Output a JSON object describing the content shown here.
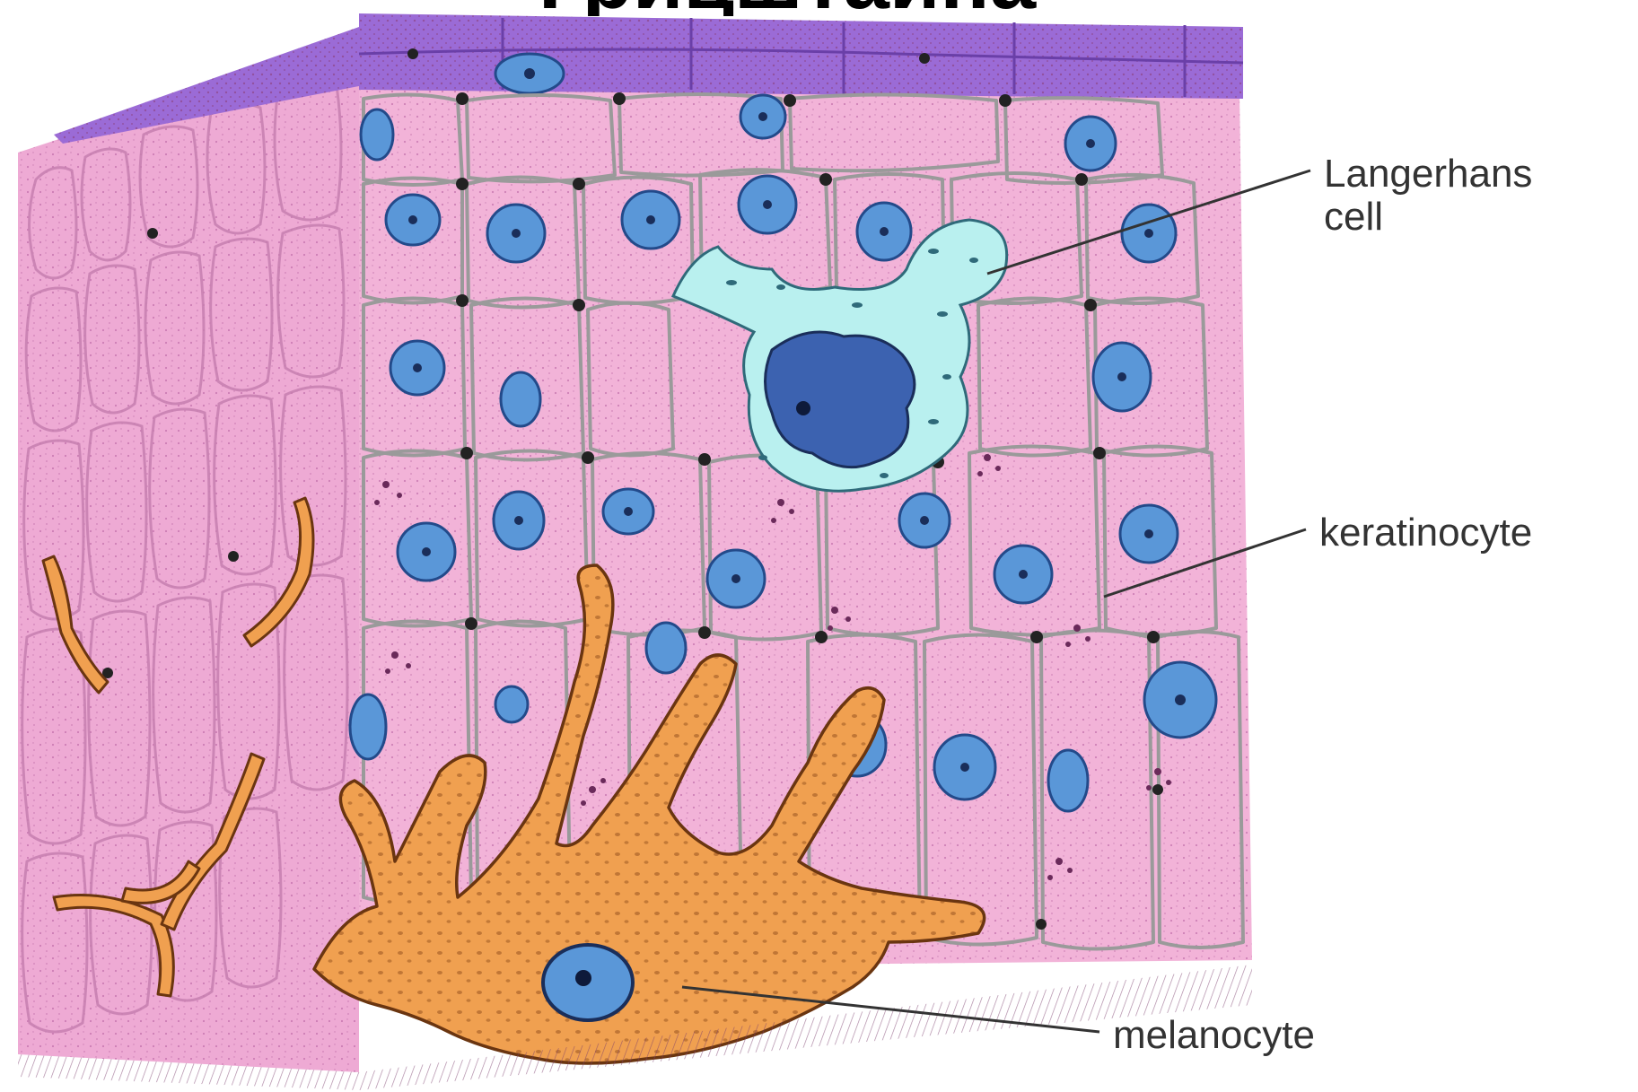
{
  "title_fragment": "Грицштайна",
  "labels": {
    "langerhans_line1": "Langerhans",
    "langerhans_line2": "cell",
    "keratinocyte": "keratinocyte",
    "melanocyte": "melanocyte"
  },
  "colors": {
    "background": "#ffffff",
    "keratinocyte_fill": "#f2b3d8",
    "keratinocyte_shade": "#e595c7",
    "top_layer": "#9b6bd6",
    "nucleus": "#5a97d8",
    "nucleus_dark": "#234a8a",
    "langerhans_fill": "#b9f0ef",
    "langerhans_nucleus": "#3c62b0",
    "melanocyte_fill": "#f0a050",
    "membrane": "#9a9a9a",
    "label_text": "#333333",
    "leader_line": "#333333"
  }
}
